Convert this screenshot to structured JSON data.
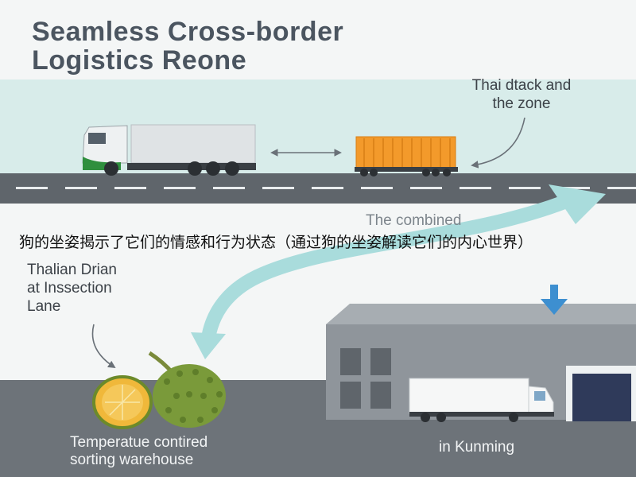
{
  "title_line1": "Seamless Cross-border",
  "title_line2": "Logistics Reone",
  "thai_label_line1": "Thai dtack and",
  "thai_label_line2": "the zone",
  "combined_label": "The combined",
  "banner_text": "狗的坐姿揭示了它们的情感和行为状态（通过狗的坐姿解读它们的内心世界）",
  "inspection_line1": "Thalian Drian",
  "inspection_line2": "at Inssection",
  "inspection_line3": "Lane",
  "sorting_line1": "Temperatue contired",
  "sorting_line2": "sorting warehouse",
  "kunming_label": "in Kunming",
  "colors": {
    "road": "#5f656b",
    "sky": "#d8ecea",
    "container": "#f39a2b",
    "arrow_teal": "#a9dcdc",
    "warehouse": "#8f959b",
    "durian": "#7a9a3a"
  }
}
